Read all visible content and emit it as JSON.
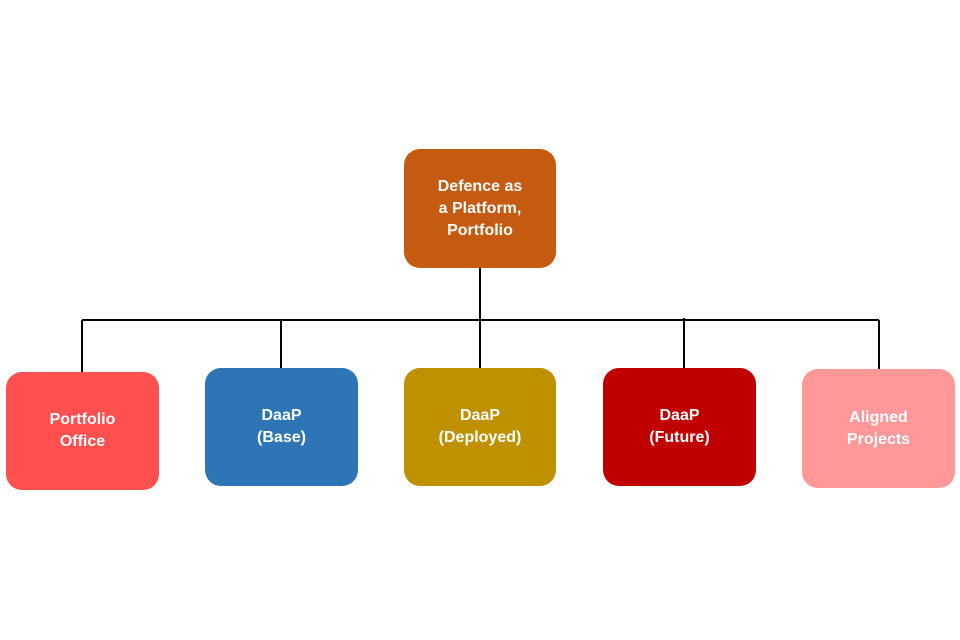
{
  "diagram": {
    "root": {
      "label": "Defence as\na Platform,\nPortfolio",
      "color": "#C55A11"
    },
    "children": [
      {
        "label": "Portfolio\nOffice",
        "color": "#FF5050"
      },
      {
        "label": "DaaP\n(Base)",
        "color": "#2E75B6"
      },
      {
        "label": "DaaP\n(Deployed)",
        "color": "#BF9000"
      },
      {
        "label": "DaaP\n(Future)",
        "color": "#C00000"
      },
      {
        "label": "Aligned\nProjects",
        "color": "#FF9999"
      }
    ],
    "connector_color": "#000000"
  }
}
